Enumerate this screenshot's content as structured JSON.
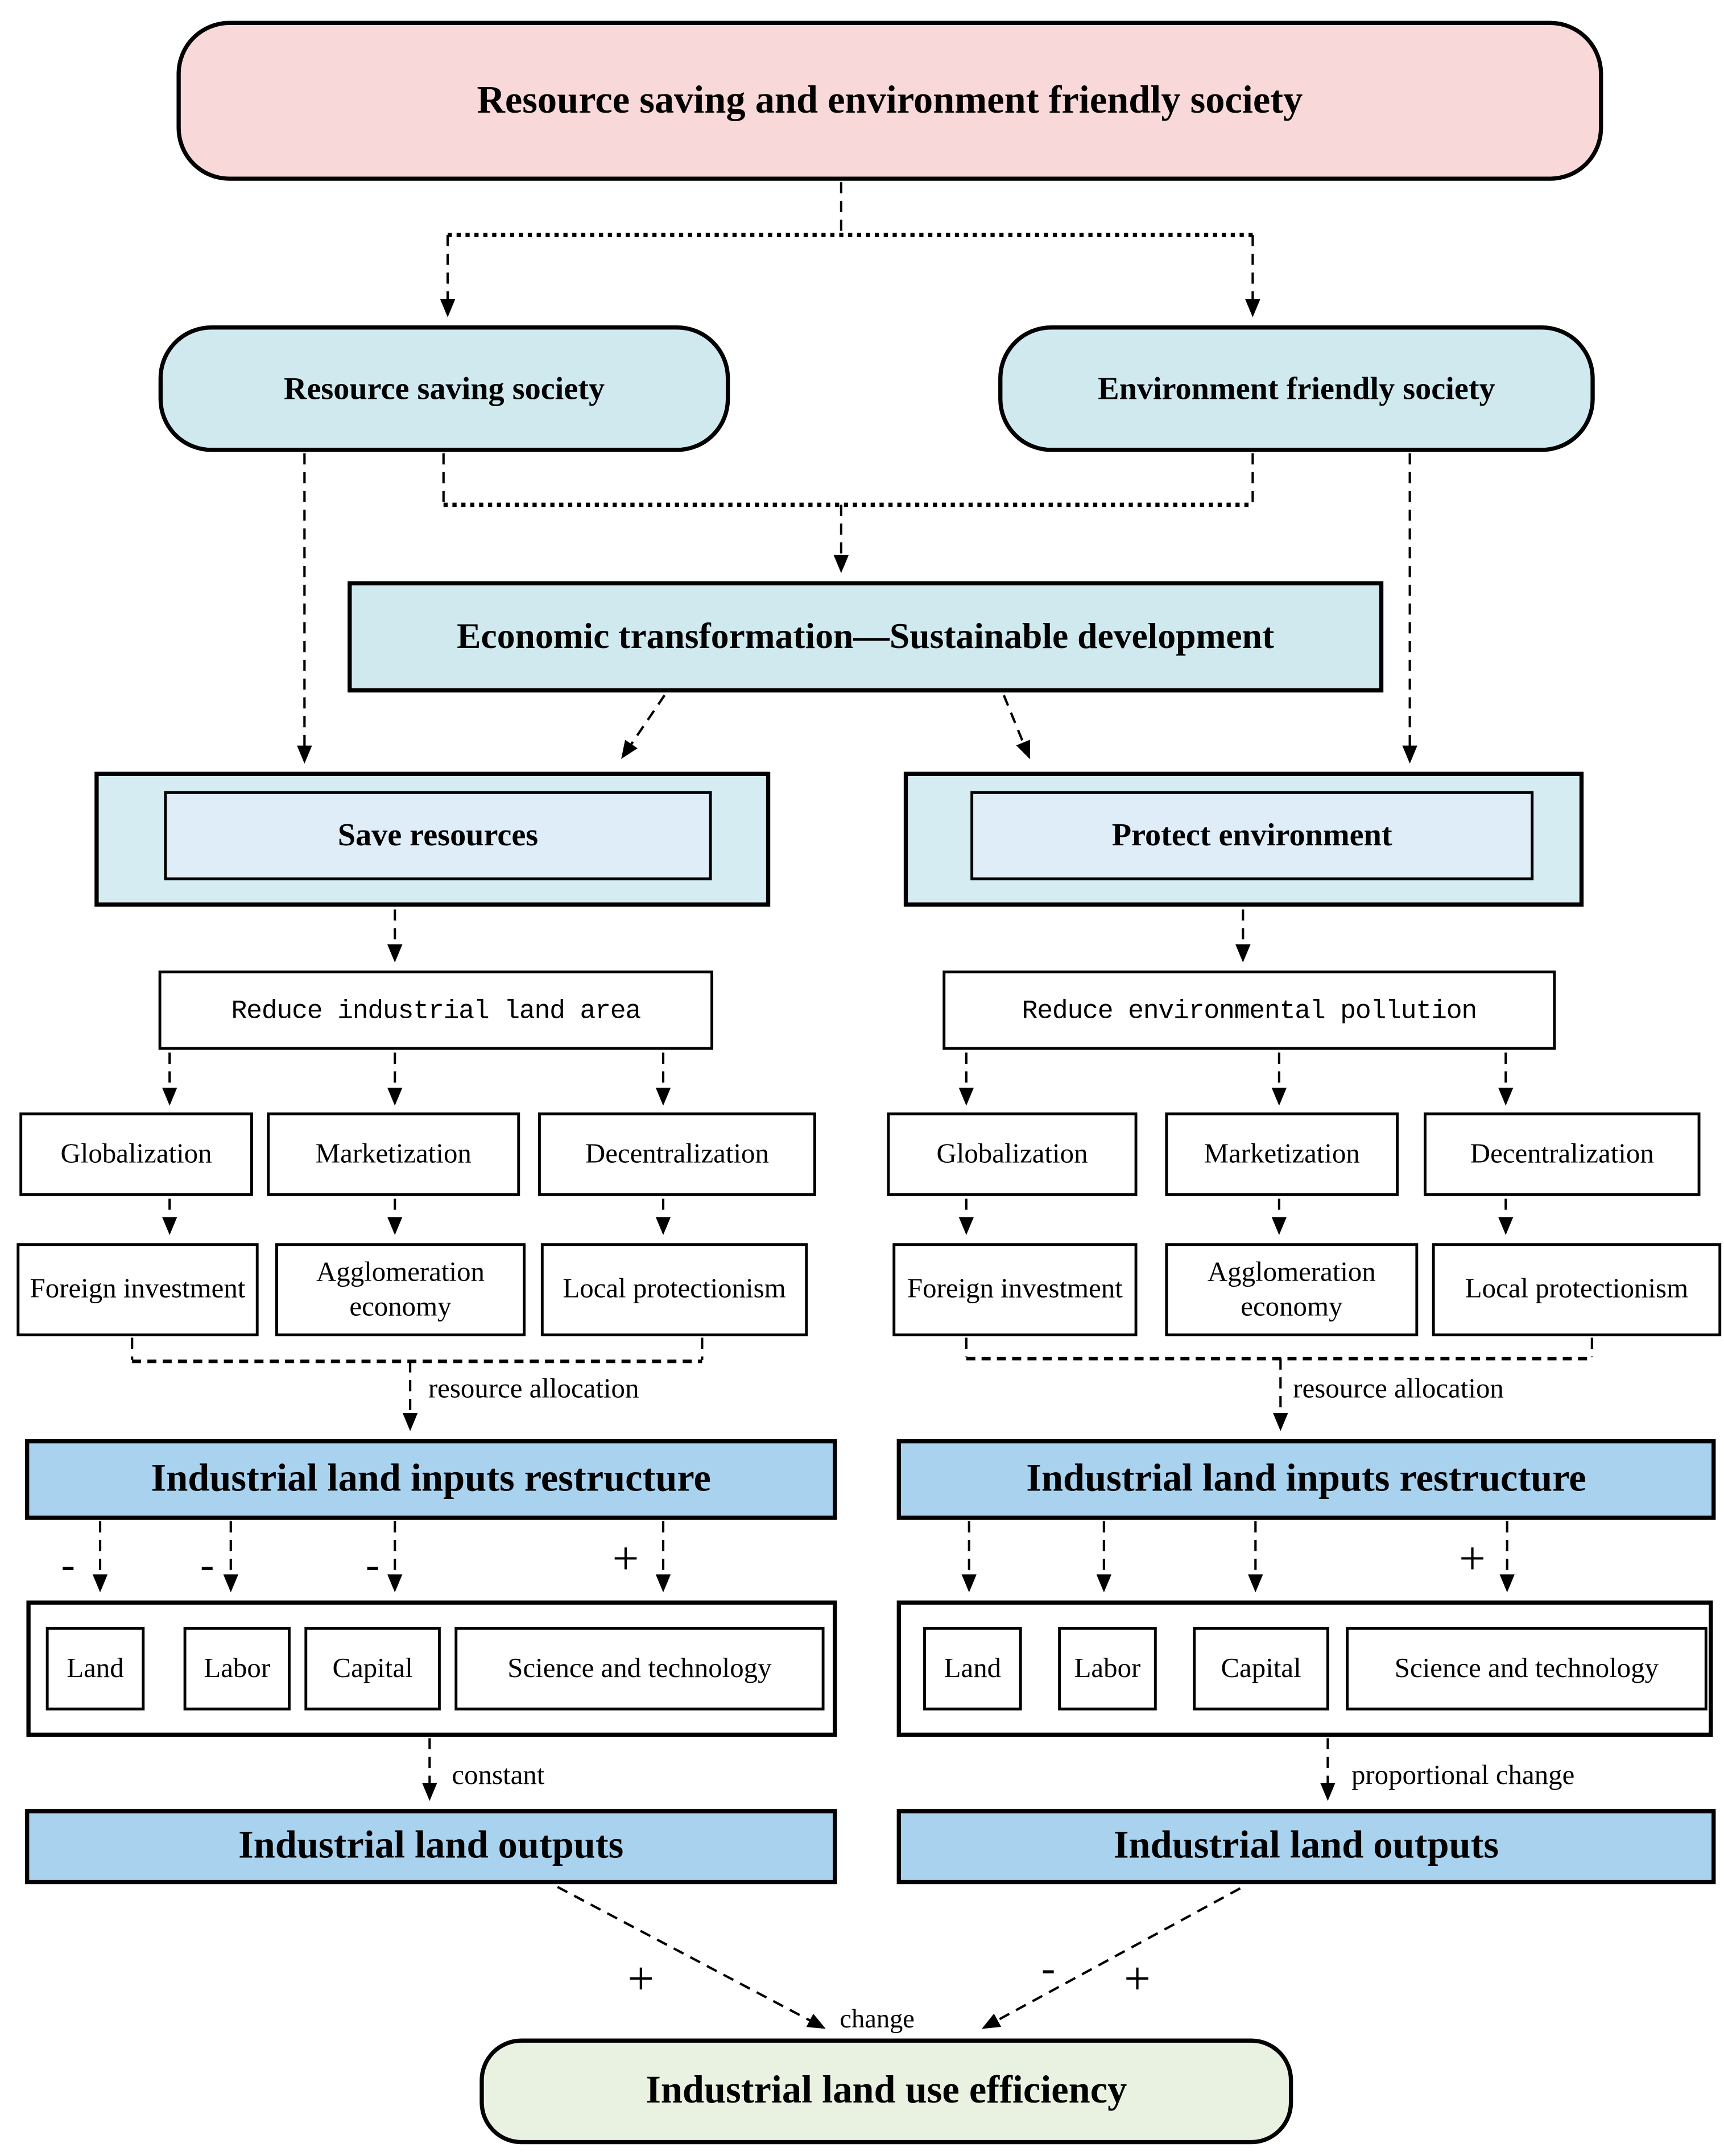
{
  "colors": {
    "pink": "#f8d8d8",
    "cyan": "#cfe9ef",
    "cyan_light": "#d5ecf2",
    "inner_blue": "#deedf8",
    "blue": "#a9d2ef",
    "green": "#e9f1e1",
    "border": "#000000"
  },
  "nodes": {
    "root": "Resource saving and environment friendly society",
    "resource_saving_society": "Resource saving society",
    "environment_friendly_society": "Environment friendly society",
    "economic_transformation": "Economic transformation—Sustainable development",
    "save_resources": "Save resources",
    "protect_environment": "Protect environment",
    "reduce_industrial_land_area": "Reduce industrial land area",
    "reduce_environmental_pollution": "Reduce environmental pollution",
    "globalization": "Globalization",
    "marketization": "Marketization",
    "decentralization": "Decentralization",
    "foreign_investment": "Foreign investment",
    "agglomeration_economy": "Agglomeration economy",
    "local_protectionism": "Local protectionism",
    "industrial_land_inputs_restructure": "Industrial land inputs restructure",
    "land": "Land",
    "labor": "Labor",
    "capital": "Capital",
    "science_and_technology": "Science and technology",
    "industrial_land_outputs": "Industrial land outputs",
    "industrial_land_use_efficiency": "Industrial land use efficiency"
  },
  "edge_labels": {
    "resource_allocation": "resource allocation",
    "constant": "constant",
    "proportional_change": "proportional change",
    "change": "change",
    "plus": "+",
    "minus": "-"
  }
}
